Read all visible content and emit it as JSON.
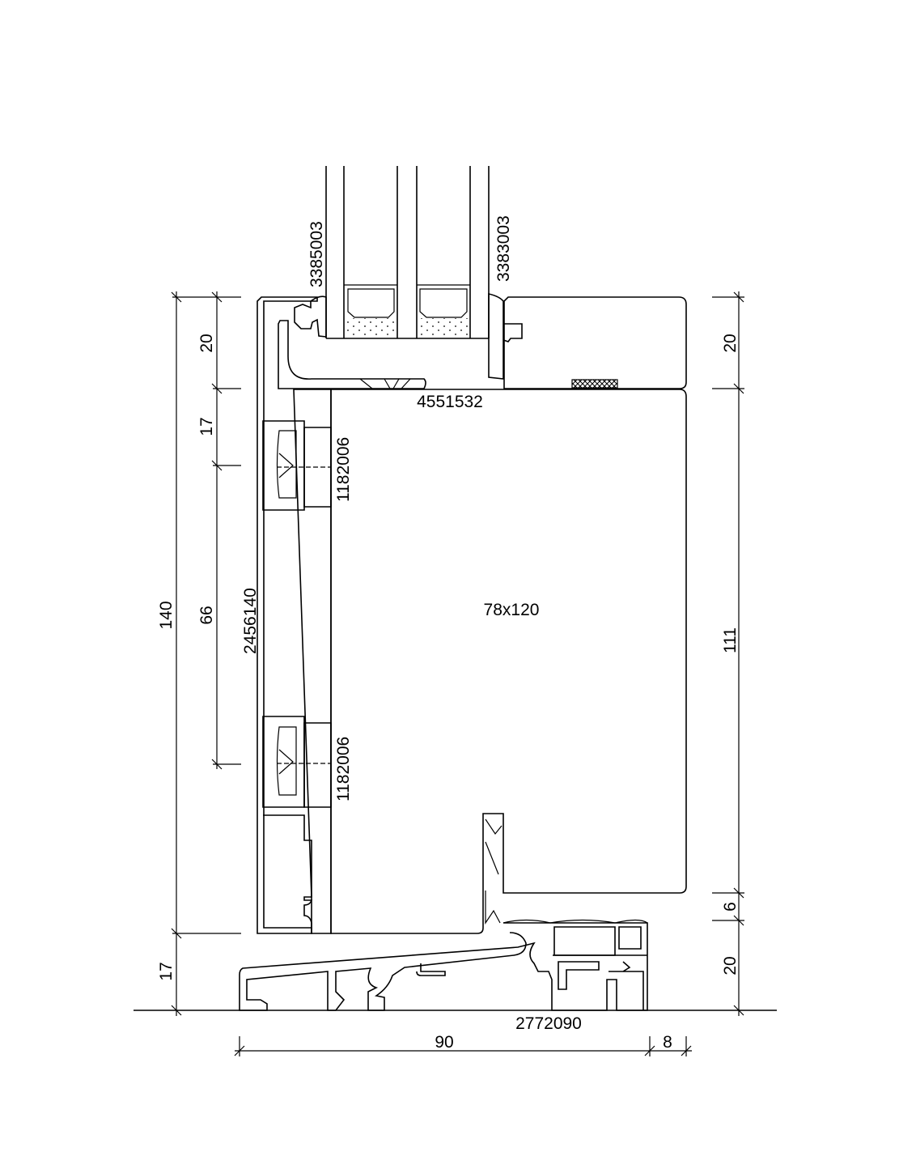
{
  "drawing": {
    "part_labels": {
      "glass_gasket_left": "3385003",
      "glass_gasket_right": "3383003",
      "top_gasket": "4551532",
      "connector_upper": "1182006",
      "connector_lower": "1182006",
      "frame_profile": "2456140",
      "timber_section": "78x120",
      "threshold_profile": "2772090"
    },
    "dimensions": {
      "left_outer_total": "140",
      "left_outer_bottom": "17",
      "left_inner_top": "20",
      "left_inner_mid": "17",
      "left_inner_span": "66",
      "right_top": "20",
      "right_main": "111",
      "right_gap": "6",
      "right_bottom": "20",
      "bottom_width": "90",
      "bottom_offset": "8"
    },
    "colors": {
      "line": "#000000",
      "background": "#ffffff"
    }
  }
}
